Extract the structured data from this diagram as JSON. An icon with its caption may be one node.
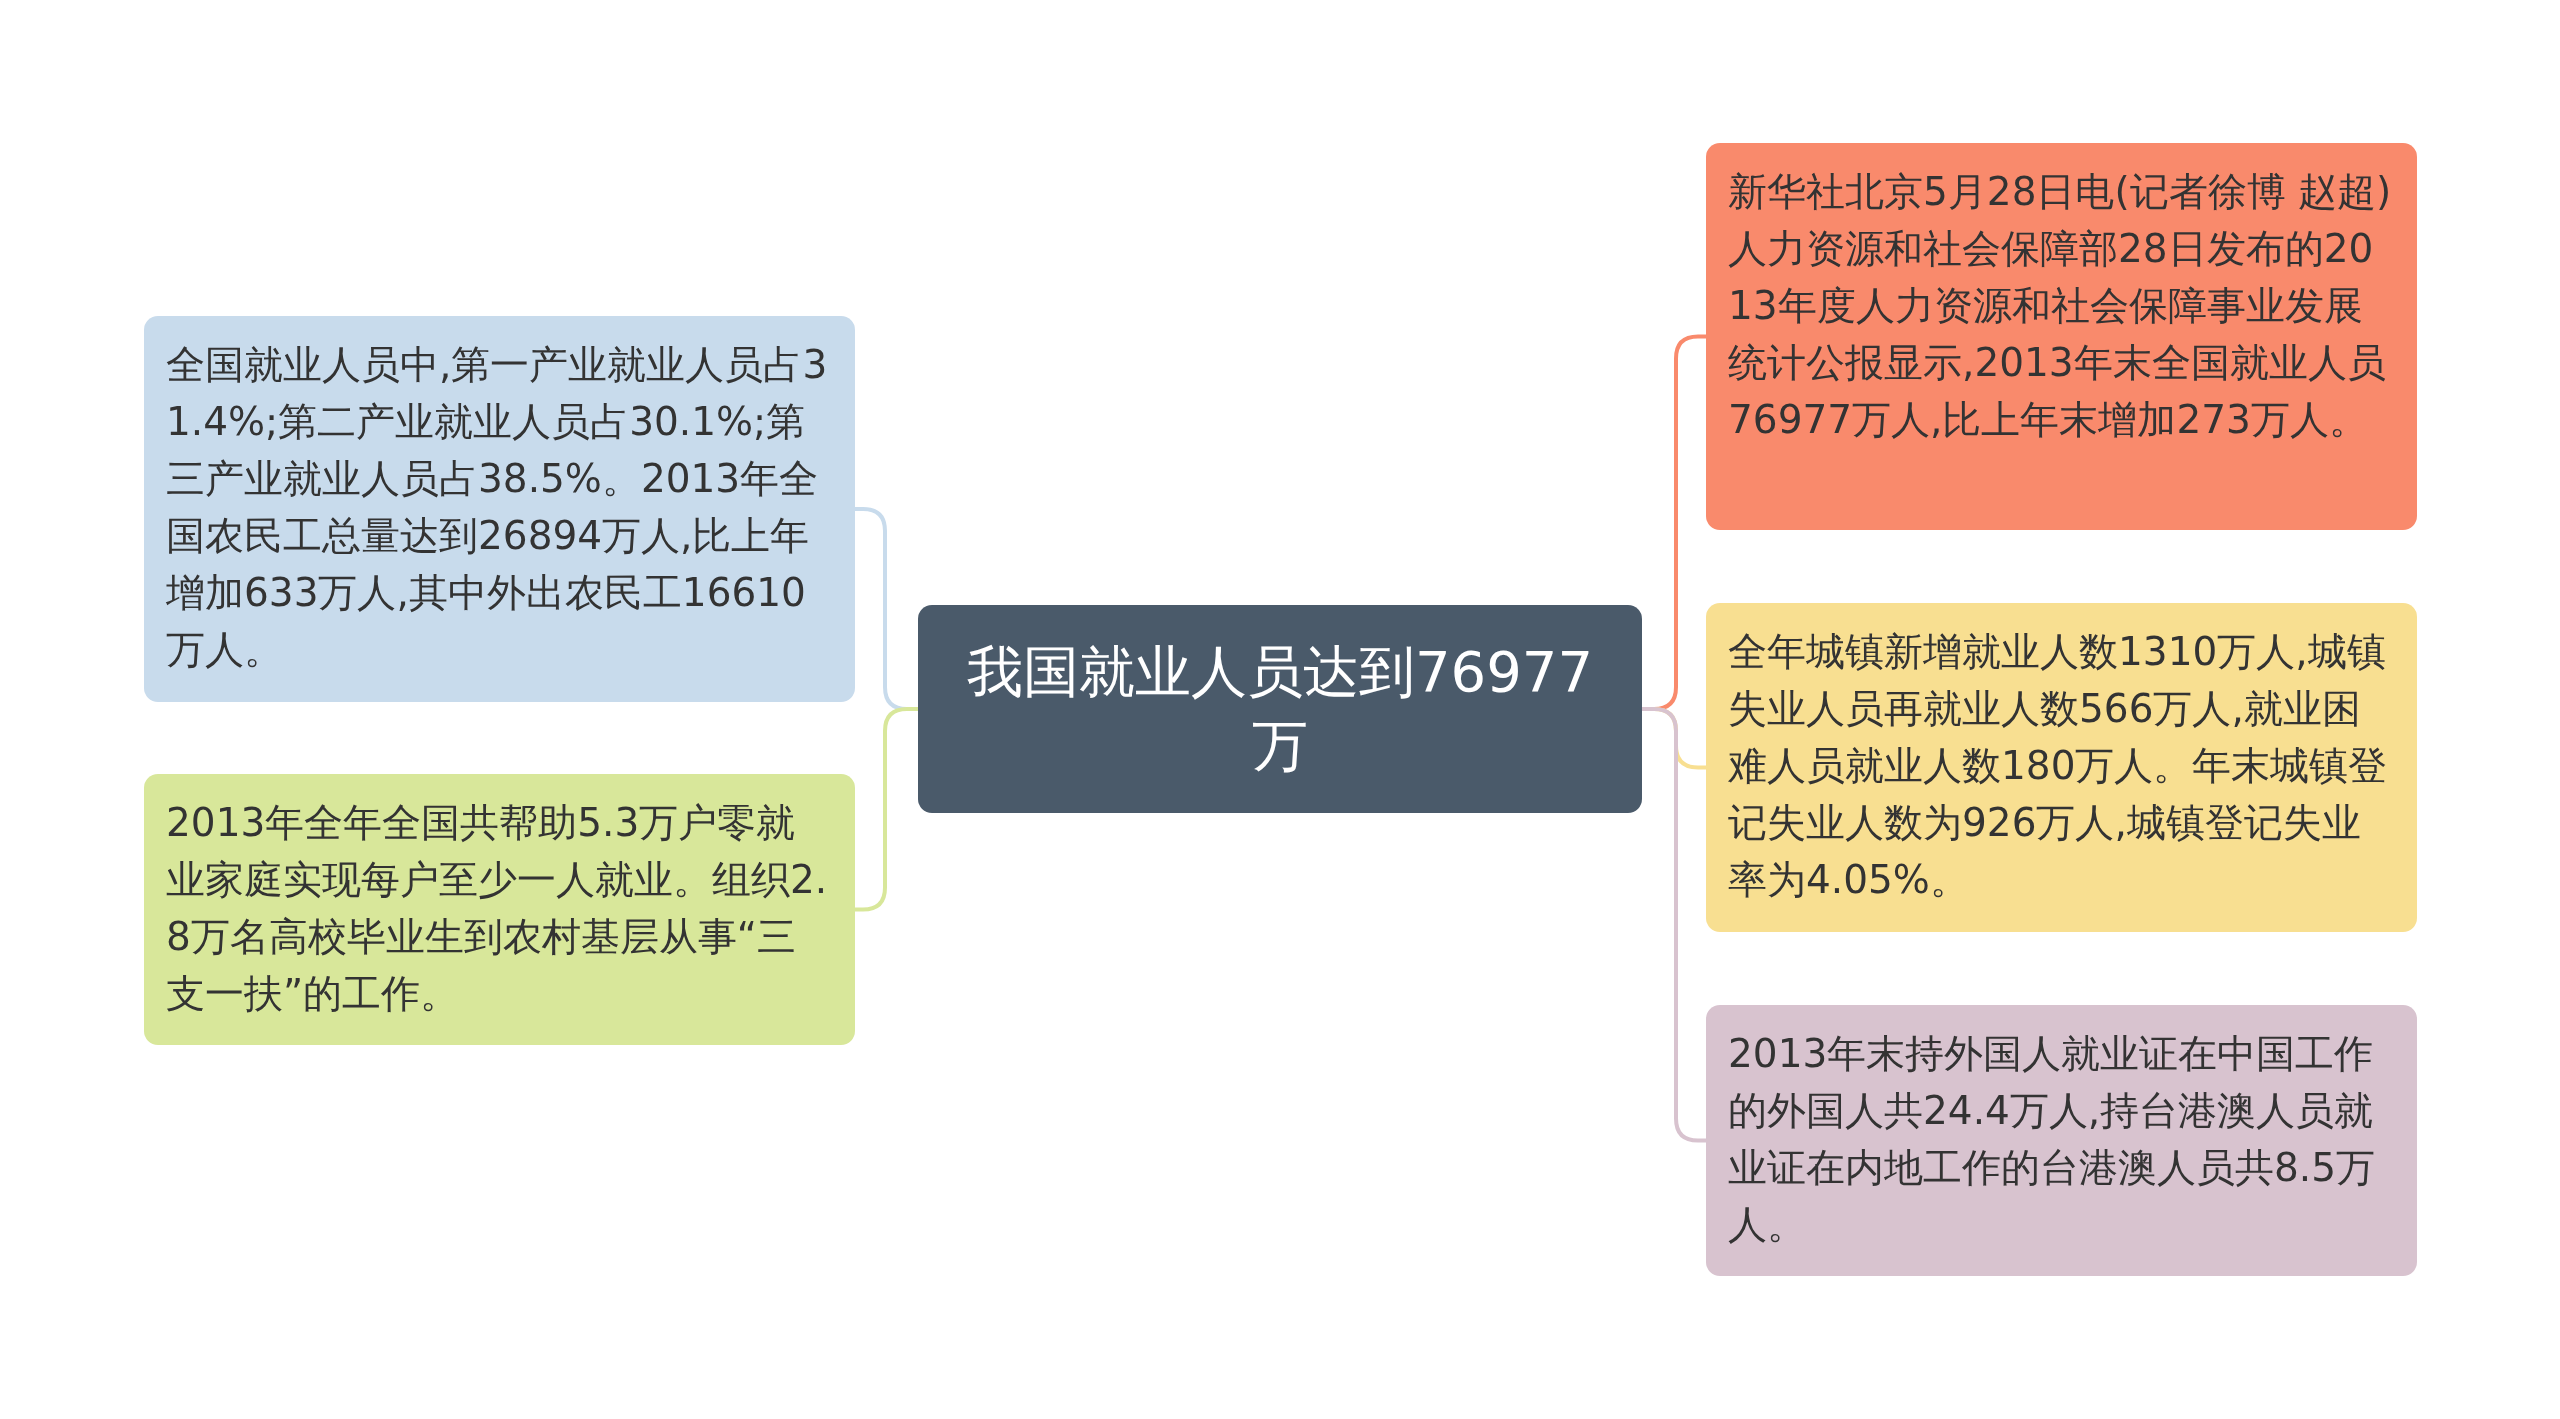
{
  "diagram": {
    "nodes": [
      {
        "text": [
          "我国就业人员达到76977万"
        ]
      },
      {
        "text": [
          "全国就业人员中,第一产业就业人员占31.4%;第二产业就业人员占30.1%;第三产业就业人员占38.5%。2013年全国农民工总量达到26894万人,比上年增加633万人,其中外出农民工16610万人。"
        ]
      },
      {
        "text": [
          "2013年全年全国共帮助5.3万户零就业家庭实现每户至少一人就业。组织2.8万名高校毕业生到农村基层从事“三支一扶”的工作。"
        ]
      },
      {
        "text": [
          "新华社北京5月28日电(记者徐博 赵超)人力资源和社会保障部28日发布的2013年度人力资源和社会保障事业发展统计公报显示,2013年末全国就业人员76977万人,比上年末增加273万人。"
        ]
      },
      {
        "text": [
          "全年城镇新增就业人数1310万人,城镇失业人员再就业人数566万人,就业困难人员就业人数180万人。年末城镇登记失业人数为926万人,城镇登记失业率为4.05%。"
        ]
      },
      {
        "text": [
          "2013年末持外国人就业证在中国工作的外国人共24.4万人,持台港澳人员就业证在内地工作的台港澳人员共8.5万人。"
        ]
      }
    ],
    "edges": [
      {
        "from": 0,
        "to": 1,
        "arrow": "none",
        "color": "#c8dbec"
      },
      {
        "from": 0,
        "to": 2,
        "arrow": "none",
        "color": "#d8e79a"
      },
      {
        "from": 0,
        "to": 3,
        "arrow": "none",
        "color": "#f98a6c"
      },
      {
        "from": 0,
        "to": 4,
        "arrow": "none",
        "color": "#f8df91"
      },
      {
        "from": 0,
        "to": 5,
        "arrow": "none",
        "color": "#d8c3cf"
      }
    ]
  }
}
